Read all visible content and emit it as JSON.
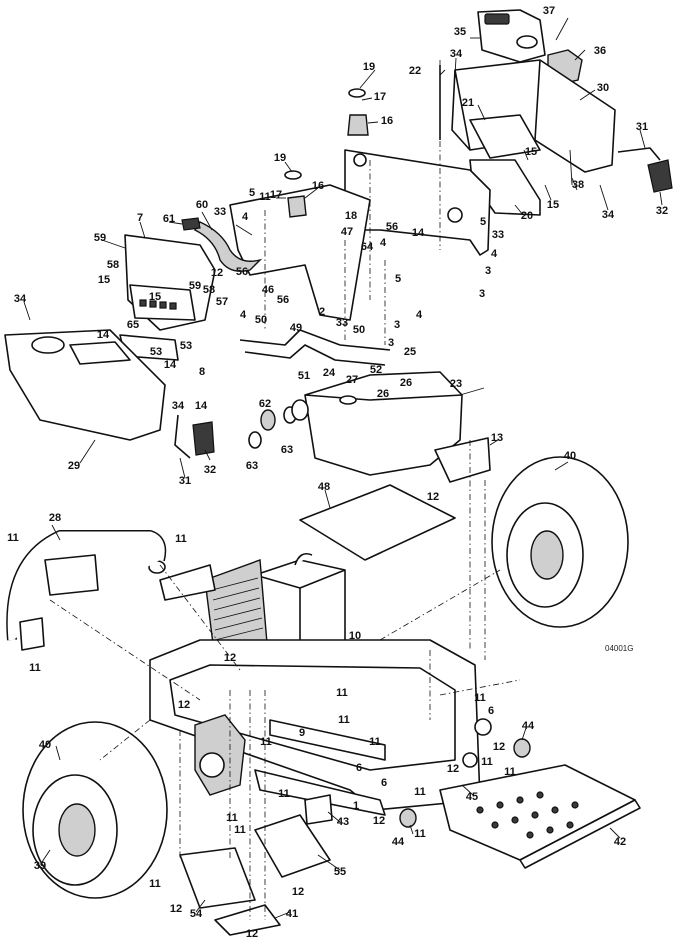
{
  "drawing_ref": "04001G",
  "callouts": {
    "c1": "1",
    "c2": "2",
    "c3a": "3",
    "c3b": "3",
    "c3c": "3",
    "c3d": "3",
    "c4a": "4",
    "c4b": "4",
    "c4c": "4",
    "c4d": "4",
    "c5a": "5",
    "c5b": "5",
    "c5c": "5",
    "c6a": "6",
    "c6b": "6",
    "c6c": "6",
    "c7": "7",
    "c8": "8",
    "c9": "9",
    "c10": "10",
    "c11a": "11",
    "c11b": "11",
    "c11c": "11",
    "c11d": "11",
    "c11e": "11",
    "c11f": "11",
    "c11g": "11",
    "c11h": "11",
    "c11i": "11",
    "c11j": "11",
    "c11k": "11",
    "c11l": "11",
    "c11m": "11",
    "c11n": "11",
    "c12a": "12",
    "c12b": "12",
    "c12c": "12",
    "c12d": "12",
    "c12e": "12",
    "c12f": "12",
    "c12g": "12",
    "c12h": "12",
    "c12i": "12",
    "c13": "13",
    "c14a": "14",
    "c14b": "14",
    "c14c": "14",
    "c14d": "14",
    "c15a": "15",
    "c15b": "15",
    "c15c": "15",
    "c15d": "15",
    "c16a": "16",
    "c16b": "16",
    "c17a": "17",
    "c17b": "17",
    "c18": "18",
    "c19a": "19",
    "c19b": "19",
    "c20": "20",
    "c21": "21",
    "c22": "22",
    "c23": "23",
    "c24": "24",
    "c25": "25",
    "c26a": "26",
    "c26b": "26",
    "c27": "27",
    "c28": "28",
    "c29": "29",
    "c30": "30",
    "c31a": "31",
    "c31b": "31",
    "c32a": "32",
    "c32b": "32",
    "c33a": "33",
    "c33b": "33",
    "c33c": "33",
    "c34a": "34",
    "c34b": "34",
    "c34c": "34",
    "c34d": "34",
    "c35": "35",
    "c36": "36",
    "c37": "37",
    "c38": "38",
    "c39": "39",
    "c40a": "40",
    "c40b": "40",
    "c41": "41",
    "c42": "42",
    "c43": "43",
    "c44a": "44",
    "c44b": "44",
    "c45": "45",
    "c46": "46",
    "c47": "47",
    "c48": "48",
    "c49": "49",
    "c50a": "50",
    "c50b": "50",
    "c51": "51",
    "c52": "52",
    "c53a": "53",
    "c53b": "53",
    "c54": "54",
    "c55": "55",
    "c56a": "56",
    "c56b": "56",
    "c56c": "56",
    "c57": "57",
    "c58a": "58",
    "c58b": "58",
    "c59a": "59",
    "c59b": "59",
    "c60": "60",
    "c61": "61",
    "c62": "62",
    "c63a": "63",
    "c63b": "63",
    "c64": "64",
    "c65": "65"
  }
}
